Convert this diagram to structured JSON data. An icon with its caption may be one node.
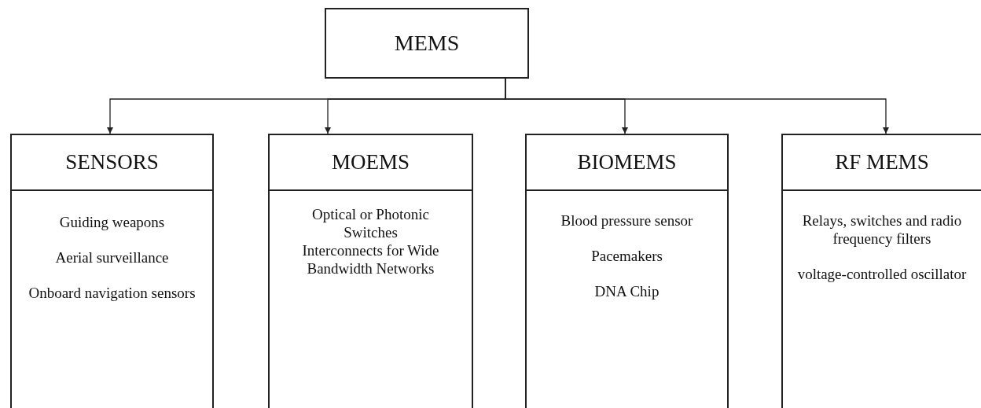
{
  "diagram": {
    "nodes": [
      {
        "text": [
          "MEMS"
        ]
      },
      {
        "text": [
          "SENSORS",
          "Guiding weapons",
          "Aerial surveillance",
          "Onboard navigation sensors"
        ]
      },
      {
        "text": [
          "MOEMS",
          "Optical or Photonic Switches",
          "Interconnects for Wide Bandwidth Networks"
        ]
      },
      {
        "text": [
          "BIOMEMS",
          "Blood pressure sensor",
          "Pacemakers",
          "DNA Chip"
        ]
      },
      {
        "text": [
          "RF MEMS",
          "Relays, switches and radio frequency filters",
          "voltage-controlled oscillator"
        ]
      }
    ],
    "edges": [
      {
        "from": 0,
        "to": 1,
        "arrow": "to"
      },
      {
        "from": 0,
        "to": 2,
        "arrow": "to"
      },
      {
        "from": 0,
        "to": 3,
        "arrow": "to"
      },
      {
        "from": 0,
        "to": 4,
        "arrow": "to"
      }
    ]
  }
}
